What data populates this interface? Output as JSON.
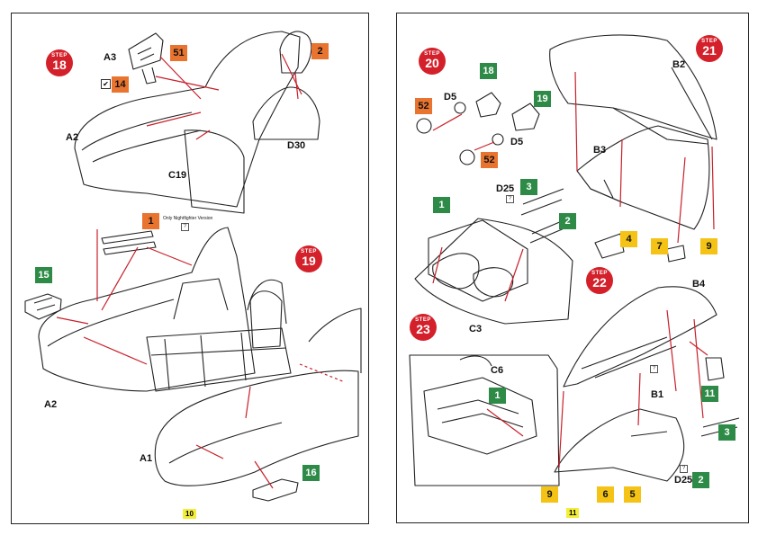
{
  "left_page": {
    "page_number": "10",
    "steps": [
      {
        "word": "STEP",
        "number": "18"
      },
      {
        "word": "STEP",
        "number": "19"
      }
    ],
    "labels": [
      "A3",
      "A2",
      "C19",
      "D30",
      "A2",
      "A1"
    ],
    "tags": [
      "51",
      "14",
      "2",
      "1",
      "15",
      "16"
    ],
    "note": "Only Nightfighter Version",
    "check_glyph": "✔",
    "question_glyph": "?"
  },
  "right_page": {
    "page_number": "11",
    "steps": [
      {
        "word": "STEP",
        "number": "20"
      },
      {
        "word": "STEP",
        "number": "21"
      },
      {
        "word": "STEP",
        "number": "22"
      },
      {
        "word": "STEP",
        "number": "23"
      }
    ],
    "labels": [
      "B2",
      "D5",
      "D5",
      "B3",
      "D25",
      "C3",
      "C6",
      "B4",
      "B1",
      "D25"
    ],
    "tags": [
      "18",
      "19",
      "52",
      "52",
      "3",
      "1",
      "2",
      "4",
      "7",
      "9",
      "1",
      "11",
      "3",
      "2",
      "9",
      "6",
      "5"
    ],
    "question_glyph": "?"
  },
  "colors": {
    "step_red": "#d4202a",
    "tag_orange": "#e8742f",
    "tag_green": "#2e8b47",
    "tag_yellow": "#f4c316",
    "arrow_red": "#c8202a",
    "page_number_yellow": "#f2ee3a"
  }
}
